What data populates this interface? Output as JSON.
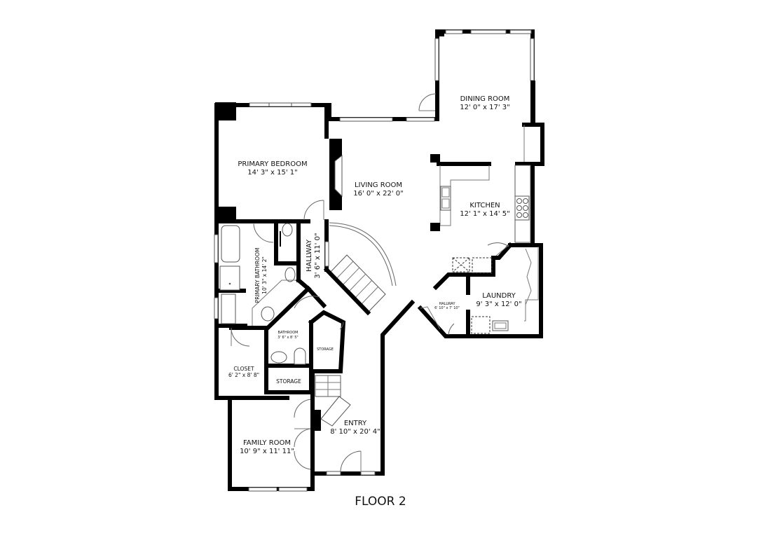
{
  "floor": {
    "title": "FLOOR 2"
  },
  "rooms": {
    "dining_room": {
      "name": "DINING ROOM",
      "dims": "12' 0\" x 17' 3\""
    },
    "primary_bedroom": {
      "name": "PRIMARY BEDROOM",
      "dims": "14' 3\" x 15' 1\""
    },
    "living_room": {
      "name": "LIVING ROOM",
      "dims": "16' 0\" x 22' 0\""
    },
    "kitchen": {
      "name": "KITCHEN",
      "dims": "12' 1\" x 14' 5\""
    },
    "hallway_main": {
      "name": "HALLWAY",
      "dims": "3' 6\" x 11' 0\""
    },
    "primary_bathroom": {
      "name": "PRIMARY BATHROOM",
      "dims": "10' 3\" x 14' 2\""
    },
    "laundry": {
      "name": "LAUNDRY",
      "dims": "9' 3\" x 12' 0\""
    },
    "hallway_small": {
      "name": "HALLWAY",
      "dims": "6' 10\" x 7' 10\""
    },
    "bathroom": {
      "name": "BATHROOM",
      "dims": "3' 6\" x 8' 5\""
    },
    "storage_small": {
      "name": "STORAGE"
    },
    "storage": {
      "name": "STORAGE"
    },
    "closet": {
      "name": "CLOSET",
      "dims": "6' 2\" x 8' 8\""
    },
    "family_room": {
      "name": "FAMILY ROOM",
      "dims": "10' 9\" x 11' 11\""
    },
    "entry": {
      "name": "ENTRY",
      "dims": "8' 10\" x 20' 4\""
    }
  },
  "colors": {
    "wall": "#000000",
    "fixture": "#555555",
    "background": "#ffffff"
  }
}
